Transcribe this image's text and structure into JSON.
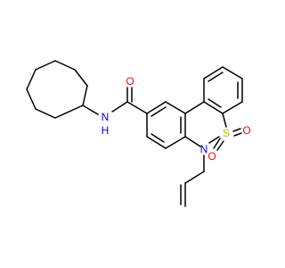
{
  "colors": {
    "bond": "#000000",
    "oxygen": "#ff0000",
    "nitrogen": "#0000ff",
    "sulfur": "#b8b800",
    "background": "#ffffff"
  },
  "atoms": {
    "amide_o": "O",
    "amide_n": "N",
    "amide_h": "H",
    "ring_n": "N",
    "sulfur": "S",
    "sulfonyl_o_left": "O",
    "sulfonyl_o_right": "O"
  }
}
